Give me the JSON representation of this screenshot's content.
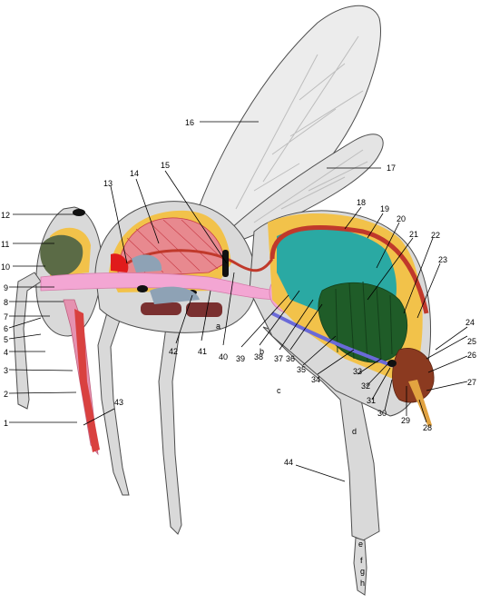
{
  "colors": {
    "body": "#d9d9d9",
    "wing": "#ececec",
    "muscle": "#e8898f",
    "muscle_dark": "#c73a45",
    "fat": "#f2c24a",
    "crop": "#f3a6d3",
    "gut": "#1f5c28",
    "rectum": "#2aa9a3",
    "heart": "#c0392b",
    "nerve": "#6a6ad8",
    "venom": "#8b3a20",
    "ganglion": "#7a3030"
  },
  "numbered_labels": [
    "1",
    "2",
    "3",
    "4",
    "5",
    "6",
    "7",
    "8",
    "9",
    "10",
    "11",
    "12",
    "13",
    "14",
    "15",
    "16",
    "17",
    "18",
    "19",
    "20",
    "21",
    "22",
    "23",
    "24",
    "25",
    "26",
    "27",
    "28",
    "29",
    "30",
    "31",
    "32",
    "33",
    "34",
    "35",
    "36",
    "37",
    "38",
    "39",
    "40",
    "41",
    "42",
    "43",
    "44"
  ],
  "letter_labels": [
    "a",
    "b",
    "c",
    "d",
    "e",
    "f",
    "g",
    "h"
  ]
}
